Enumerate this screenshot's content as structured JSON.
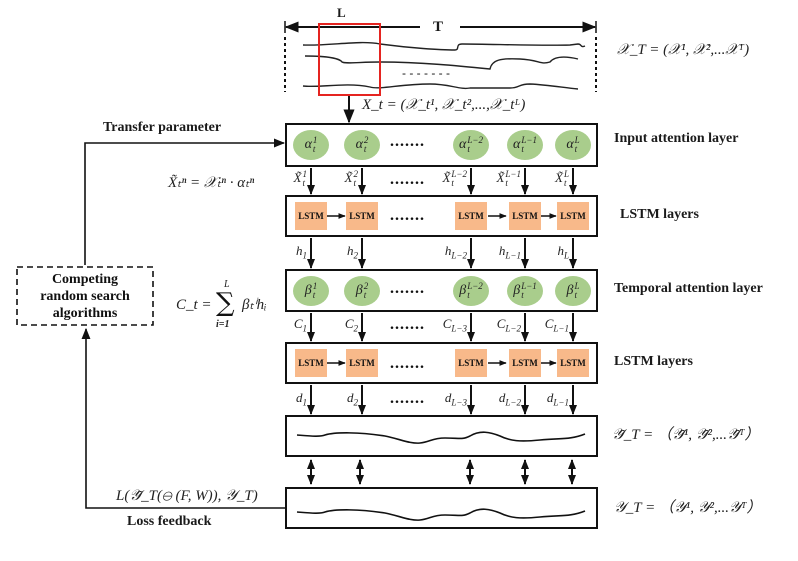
{
  "diagram": {
    "span_labels": {
      "window": "L",
      "total": "T"
    },
    "input_series_label": "𝒳_T = (𝒳¹, 𝒳²,...𝒳ᵀ)",
    "window_label": "X_t = (𝒳_t¹, 𝒳_t²,...,𝒳_tᴸ)",
    "series_dots": "- - - - - - -",
    "layer_labels": {
      "input_attention": "Input attention layer",
      "lstm_1": "LSTM   layers",
      "temporal_attention": "Temporal attention layer",
      "lstm_2": "LSTM   layers"
    },
    "alpha_nodes": [
      {
        "base": "α",
        "sup": "1",
        "sub": "t"
      },
      {
        "base": "α",
        "sup": "2",
        "sub": "t"
      },
      {
        "base": "α",
        "sup": "L−2",
        "sub": "t"
      },
      {
        "base": "α",
        "sup": "L−1",
        "sub": "t"
      },
      {
        "base": "α",
        "sup": "L",
        "sub": "t"
      }
    ],
    "xtilde_labels": [
      {
        "base": "X̃",
        "sup": "1",
        "sub": "t"
      },
      {
        "base": "X̃",
        "sup": "2",
        "sub": "t"
      },
      {
        "base": "X̃",
        "sup": "L−2",
        "sub": "t"
      },
      {
        "base": "X̃",
        "sup": "L−1",
        "sub": "t"
      },
      {
        "base": "X̃",
        "sup": "L",
        "sub": "t"
      }
    ],
    "lstm_cell_label": "LSTM",
    "h_labels": [
      {
        "base": "h",
        "sub": "1"
      },
      {
        "base": "h",
        "sub": "2"
      },
      {
        "base": "h",
        "sub": "L−2"
      },
      {
        "base": "h",
        "sub": "L−1"
      },
      {
        "base": "h",
        "sub": "L"
      }
    ],
    "beta_nodes": [
      {
        "base": "β",
        "sup": "1",
        "sub": "t"
      },
      {
        "base": "β",
        "sup": "2",
        "sub": "t"
      },
      {
        "base": "β",
        "sup": "L−2",
        "sub": "t"
      },
      {
        "base": "β",
        "sup": "L−1",
        "sub": "t"
      },
      {
        "base": "β",
        "sup": "L",
        "sub": "t"
      }
    ],
    "c_labels": [
      {
        "base": "C",
        "sub": "1"
      },
      {
        "base": "C",
        "sub": "2"
      },
      {
        "base": "C",
        "sub": "L−3"
      },
      {
        "base": "C",
        "sub": "L−2"
      },
      {
        "base": "C",
        "sub": "L−1"
      }
    ],
    "d_labels": [
      {
        "base": "d",
        "sub": "1"
      },
      {
        "base": "d",
        "sub": "2"
      },
      {
        "base": "d",
        "sub": "L−3"
      },
      {
        "base": "d",
        "sub": "L−2"
      },
      {
        "base": "d",
        "sub": "L−1"
      }
    ],
    "ellipsis": ".......",
    "predicted_series_label": "𝒴̃_T = （𝒴̃¹, 𝒴̃²,...𝒴̃ᵀ）",
    "actual_series_label": "𝒴_T = （𝒴¹, 𝒴²,...𝒴ᵀ）",
    "equations": {
      "weighted_input": "X̃ₜⁿ = 𝒳ₜⁿ · αₜⁿ",
      "context_lhs": "C_t =",
      "context_sum": "∑",
      "context_upper": "L",
      "context_lower": "i=1",
      "context_rhs": "βₜⁱhᵢ",
      "loss": "L(𝒴̃_T(⊖ (F, W)), 𝒴_T)"
    },
    "feedback": {
      "transfer_label": "Transfer parameter",
      "loss_label": "Loss feedback",
      "optimizer_lines": [
        "Competing",
        "random search",
        "algorithms"
      ]
    },
    "colors": {
      "attention_node": "#a9cd8c",
      "lstm_cell": "#f8b98a",
      "window_box": "#e52420",
      "stroke": "#111111"
    }
  }
}
